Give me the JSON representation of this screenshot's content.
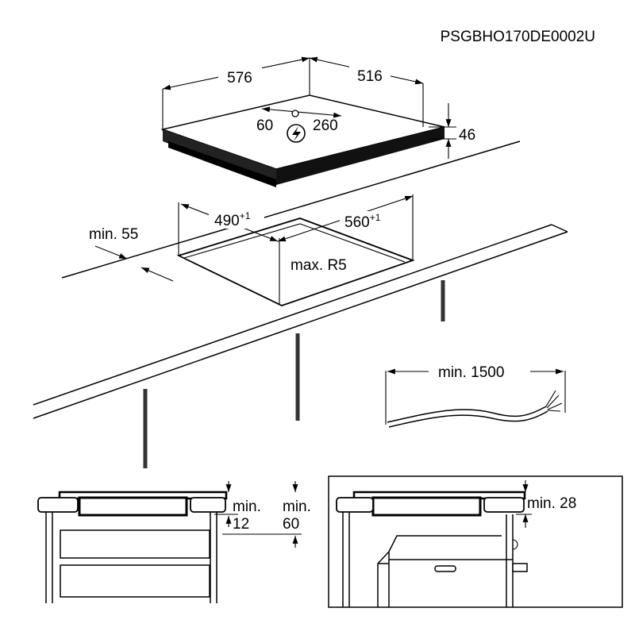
{
  "document_code": "PSGBHO170DE0002U",
  "hob": {
    "width": "576",
    "depth": "516",
    "height": "46",
    "connection_left": "60",
    "connection_right": "260"
  },
  "cutout": {
    "width": "490",
    "width_tol": "+1",
    "depth": "560",
    "depth_tol": "+1",
    "radius": "max. R5",
    "front_gap": "min. 55"
  },
  "cable": {
    "length": "min. 1500"
  },
  "section_left": {
    "clearance_a_line1": "min.",
    "clearance_a_line2": "12",
    "clearance_b_line1": "min.",
    "clearance_b_line2": "60"
  },
  "section_right": {
    "clearance": "min. 28"
  }
}
